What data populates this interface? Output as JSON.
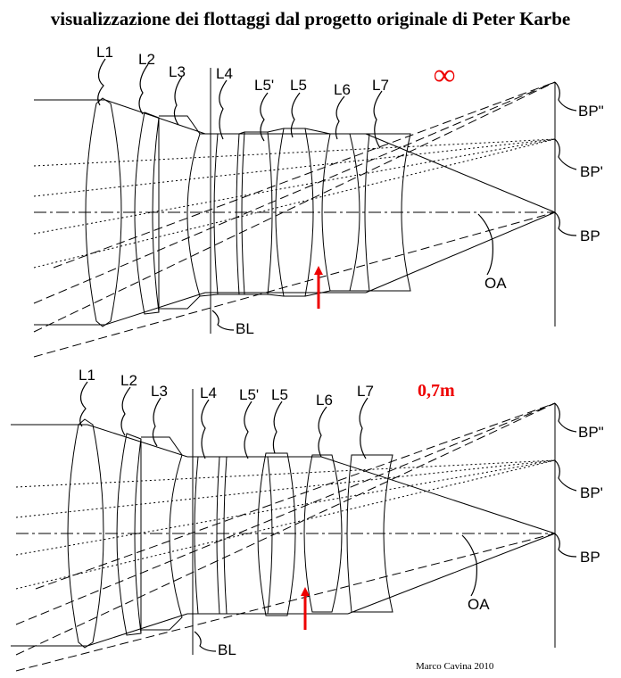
{
  "title": "visualizzazione dei flottaggi dal progetto originale di Peter Karbe",
  "credit": "Marco Cavina 2010",
  "colors": {
    "ink": "#000000",
    "accent": "#ee0000"
  },
  "panels": [
    {
      "id": "infinity",
      "focus_label": "∞",
      "lens_labels": {
        "L1": "L1",
        "L2": "L2",
        "L3": "L3",
        "L4": "L4",
        "L5p": "L5'",
        "L5": "L5",
        "L6": "L6",
        "L7": "L7"
      },
      "bl_label": "BL",
      "oa_label": "OA",
      "bp_labels": {
        "top": "BP\"",
        "mid": "BP'",
        "axis": "BP"
      },
      "arrow_icon": "red-up-arrow"
    },
    {
      "id": "close",
      "focus_label": "0,7m",
      "lens_labels": {
        "L1": "L1",
        "L2": "L2",
        "L3": "L3",
        "L4": "L4",
        "L5p": "L5'",
        "L5": "L5",
        "L6": "L6",
        "L7": "L7"
      },
      "bl_label": "BL",
      "oa_label": "OA",
      "bp_labels": {
        "top": "BP\"",
        "mid": "BP'",
        "axis": "BP"
      },
      "arrow_icon": "red-up-arrow"
    }
  ]
}
